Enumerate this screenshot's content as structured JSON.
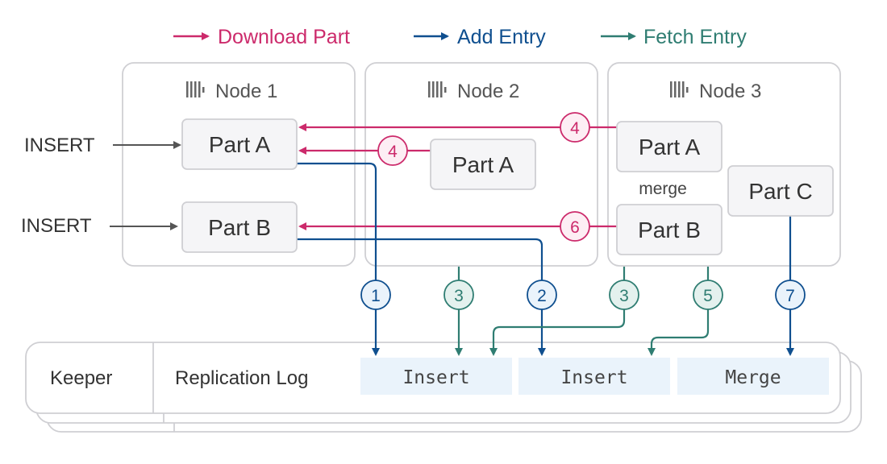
{
  "legend": [
    {
      "label": "Download Part",
      "color": "#cc2a6b"
    },
    {
      "label": "Add Entry",
      "color": "#0f4f8f"
    },
    {
      "label": "Fetch Entry",
      "color": "#2f7d72"
    }
  ],
  "nodes": [
    {
      "title": "Node 1",
      "icon": "bars-icon"
    },
    {
      "title": "Node 2",
      "icon": "bars-icon"
    },
    {
      "title": "Node 3",
      "icon": "bars-icon"
    }
  ],
  "parts": {
    "n1_a": "Part A",
    "n1_b": "Part B",
    "n2_a": "Part A",
    "n3_a": "Part A",
    "n3_b": "Part B",
    "n3_c": "Part C"
  },
  "merge_label": "merge",
  "insert_labels": [
    "INSERT",
    "INSERT"
  ],
  "steps": {
    "download_a_from_n3": "4",
    "download_a_from_n2": "4",
    "download_b_from_n3": "6",
    "add_1": "1",
    "fetch_3a": "3",
    "add_2": "2",
    "fetch_3b": "3",
    "fetch_5": "5",
    "add_7": "7"
  },
  "keeper": {
    "label": "Keeper",
    "log_label": "Replication Log",
    "entries": [
      "Insert",
      "Insert",
      "Merge"
    ]
  },
  "colors": {
    "download": "#cc2a6b",
    "add": "#0f4f8f",
    "fetch": "#2f7d72",
    "box_border": "#cfcfd3",
    "part_fill": "#f5f5f7",
    "entry_fill": "#eaf3fb"
  }
}
